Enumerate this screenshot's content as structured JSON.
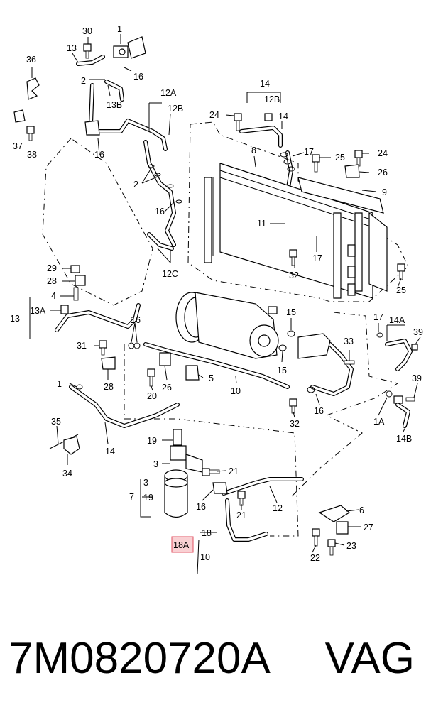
{
  "diagram": {
    "highlighted_label": "18A",
    "highlight_color": "#f9d0d3",
    "highlight_border": "#e05060",
    "labels": {
      "l30": "30",
      "l1a": "1",
      "l13a": "13",
      "l36": "36",
      "l16a": "16",
      "l2a": "2",
      "l13b": "13B",
      "l12a_top": "12A",
      "l12b_left": "12B",
      "l37": "37",
      "l38": "38",
      "l16b": "16",
      "l2b": "2",
      "l16c": "16",
      "l12c": "12C",
      "l14top": "14",
      "l12b_mid": "12B",
      "l24a": "24",
      "l14b": "14",
      "l8": "8",
      "l17a": "17",
      "l25a": "25",
      "l24b": "24",
      "l26a": "26",
      "l9": "9",
      "l11": "11",
      "l17b": "17",
      "l32a": "32",
      "l25b": "25",
      "l29": "29",
      "l28a": "28",
      "l4": "4",
      "l13c": "13",
      "l13A": "13A",
      "l16d": "16",
      "l15a": "15",
      "l17c": "17",
      "l14A": "14A",
      "l39a": "39",
      "l31": "31",
      "l33": "33",
      "l15b": "15",
      "l28b": "28",
      "l1b": "1",
      "l20": "20",
      "l26b": "26",
      "l5": "5",
      "l10a": "10",
      "l39b": "39",
      "l16e": "16",
      "l32b": "32",
      "l1A": "1A",
      "l14B": "14B",
      "l35": "35",
      "l14c": "14",
      "l34": "34",
      "l19a": "19",
      "l3a": "3",
      "l21a": "21",
      "l7": "7",
      "l3b": "3",
      "l19b": "19",
      "l16f": "16",
      "l21b": "21",
      "l12": "12",
      "l6": "6",
      "l27": "27",
      "l18": "18",
      "l18A": "18A",
      "l23": "23",
      "l22": "22",
      "l10b": "10"
    }
  },
  "caption": {
    "part_number": "7M0820720A",
    "brand": "VAG"
  }
}
